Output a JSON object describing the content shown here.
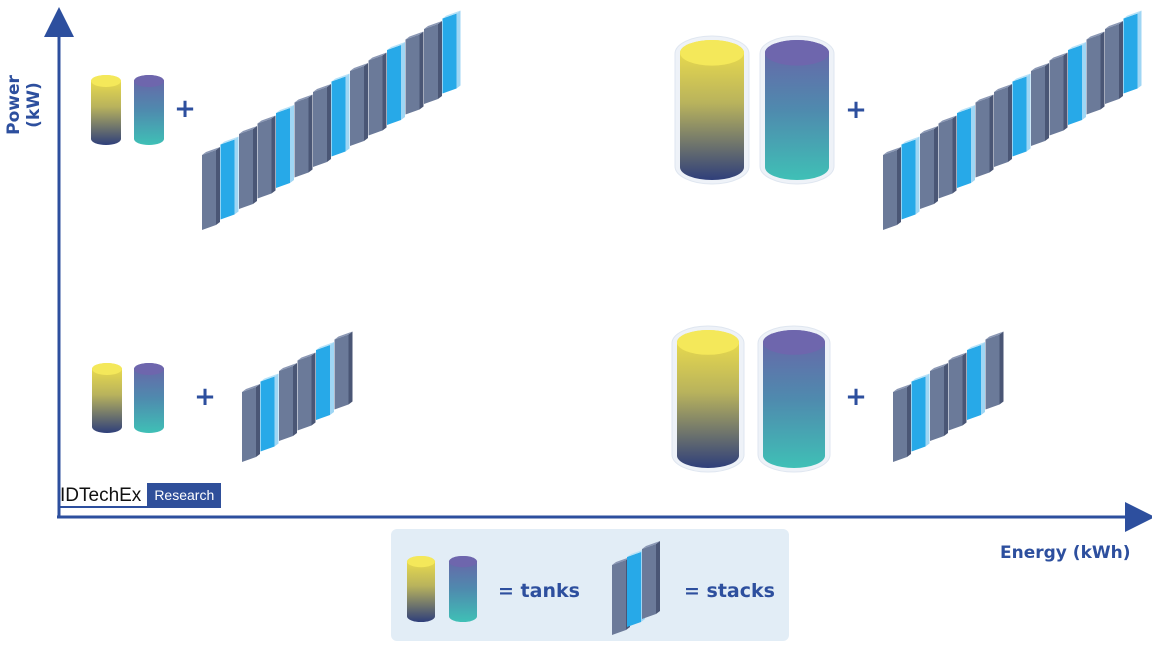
{
  "axes": {
    "y_label": "Power (kW)",
    "x_label": "Energy (kWh)"
  },
  "quadrants": [
    {
      "position": "top-left",
      "tanks": "small",
      "stacks": "many"
    },
    {
      "position": "top-right",
      "tanks": "large",
      "stacks": "many"
    },
    {
      "position": "bottom-left",
      "tanks": "small",
      "stacks": "few"
    },
    {
      "position": "bottom-right",
      "tanks": "large",
      "stacks": "few"
    }
  ],
  "plus_symbol": "+",
  "legend": {
    "tanks_label": "= tanks",
    "stacks_label": "= stacks"
  },
  "logo": {
    "brand": "IDTechEx",
    "tag": "Research"
  },
  "colors": {
    "axis": "#2d4f9e",
    "tank_yellow_top": "#f2e24a",
    "tank_navy_bottom": "#2f3f7a",
    "tank_purple_top": "#6a63a8",
    "tank_teal_bottom": "#3fb8b4",
    "stack_grey": "#6b7a99",
    "stack_blue": "#27a9e8",
    "legend_bg": "#e2edf6"
  }
}
